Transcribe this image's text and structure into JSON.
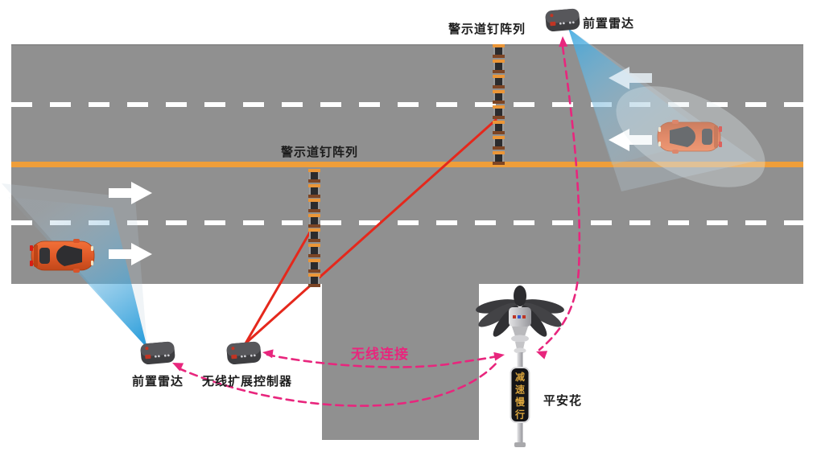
{
  "diagram": {
    "type": "traffic-warning-system-schematic",
    "labels": {
      "spike_array_top": "警示道钉阵列",
      "spike_array_mid": "警示道钉阵列",
      "radar_top": "前置雷达",
      "radar_bottom": "前置雷达",
      "controller": "无线扩展控制器",
      "wireless_link": "无线连接",
      "flower": "平安花",
      "sign_text": "减速慢行"
    },
    "spike_arrays": {
      "top": {
        "count": 8
      },
      "mid": {
        "count": 8
      }
    },
    "colors": {
      "road_gray": "#909090",
      "center_line_orange": "#ef9e3a",
      "lane_marking_white": "#ffffff",
      "radar_beam_blue": "#2fa0dc",
      "wired_link_red": "#e5281c",
      "wireless_link_pink": "#e8267d",
      "car_orange": "#e05a28",
      "device_gray": "#47474a",
      "sign_text_yellow": "#d8a33c"
    }
  }
}
